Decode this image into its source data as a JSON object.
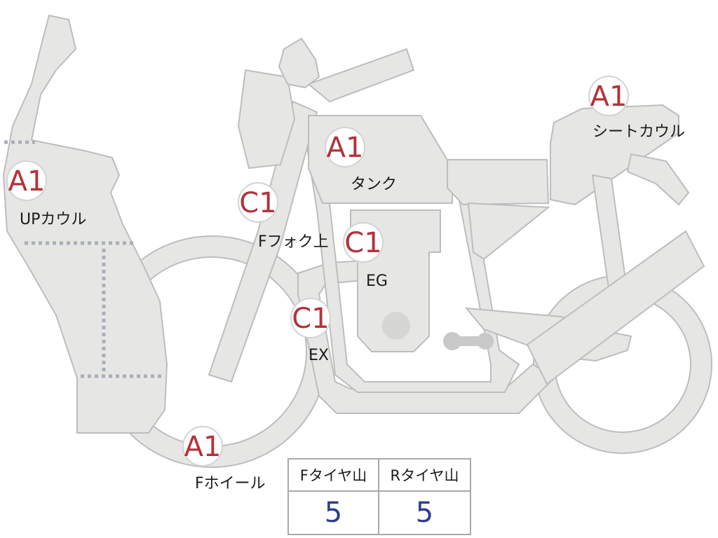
{
  "parts": [
    {
      "id": "up-cowl",
      "grade": "A1",
      "label": "UPカウル"
    },
    {
      "id": "tank",
      "grade": "A1",
      "label": "タンク"
    },
    {
      "id": "seat-cowl",
      "grade": "A1",
      "label": "シートカウル"
    },
    {
      "id": "fork-top",
      "grade": "C1",
      "label": "Fフォク上"
    },
    {
      "id": "engine",
      "grade": "C1",
      "label": "EG"
    },
    {
      "id": "exhaust",
      "grade": "C1",
      "label": "EX"
    },
    {
      "id": "f-wheel",
      "grade": "A1",
      "label": "Fホイール"
    }
  ],
  "tire_table": {
    "front_label": "Fタイヤ山",
    "rear_label": "Rタイヤ山",
    "front_value": "5",
    "rear_value": "5"
  },
  "colors": {
    "part_fill": "#e6e6e4",
    "part_stroke": "#bdbdbd",
    "grade_text": "#b2333a",
    "value_text": "#2b3f8c"
  }
}
